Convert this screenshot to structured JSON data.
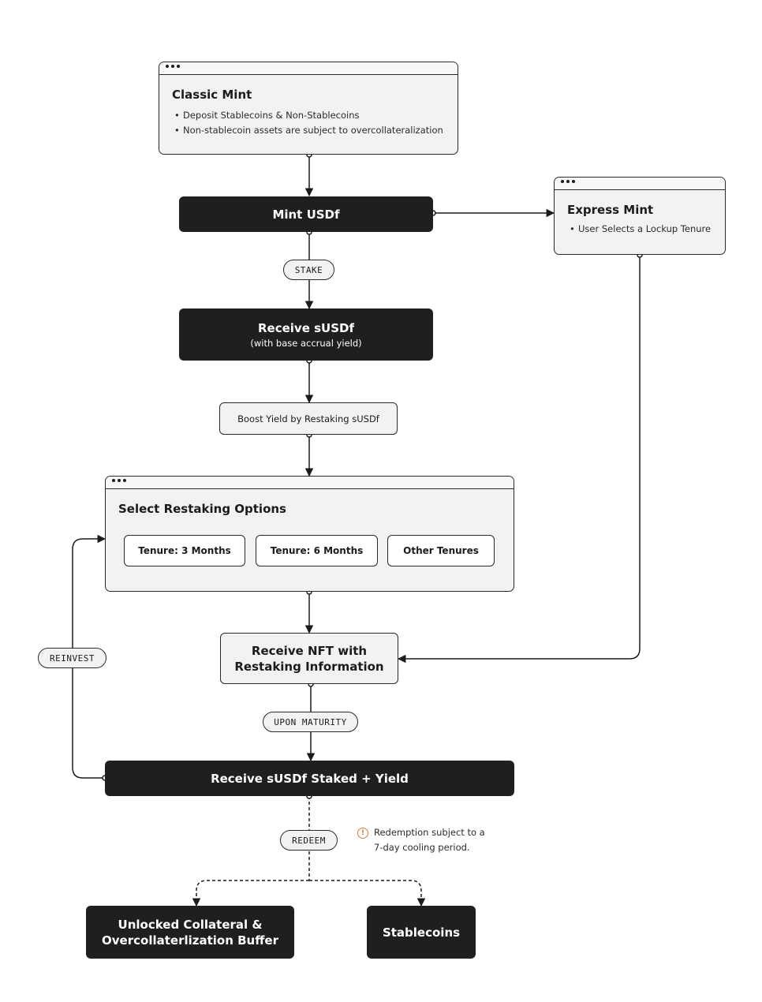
{
  "classic_mint": {
    "title": "Classic Mint",
    "bullets": [
      "Deposit Stablecoins & Non-Stablecoins",
      "Non-stablecoin assets are subject to overcollateralization"
    ]
  },
  "mint_usdf": "Mint USDf",
  "express_mint": {
    "title": "Express Mint",
    "bullets": [
      "User Selects a Lockup Tenure"
    ]
  },
  "labels": {
    "stake": "STAKE",
    "reinvest": "REINVEST",
    "upon_maturity": "UPON MATURITY",
    "redeem": "REDEEM"
  },
  "receive_susdf": {
    "title": "Receive sUSDf",
    "subtitle": "(with base accrual yield)"
  },
  "boost_yield": "Boost Yield by Restaking sUSDf",
  "restaking": {
    "title": "Select Restaking Options",
    "options": [
      "Tenure: 3 Months",
      "Tenure: 6 Months",
      "Other Tenures"
    ]
  },
  "receive_nft": "Receive NFT with Restaking Information",
  "receive_staked_yield": "Receive sUSDf Staked + Yield",
  "redemption_note": "Redemption subject to a 7-day cooling period.",
  "outcomes": [
    "Unlocked Collateral & Overcollaterlization Buffer",
    "Stablecoins"
  ],
  "colors": {
    "dark_node": "#1f1f1f",
    "light_node": "#f2f2f2",
    "warning": "#e0773a"
  },
  "icons": {
    "window_dots": "ellipsis-icon",
    "warning": "exclamation-circle-icon"
  }
}
